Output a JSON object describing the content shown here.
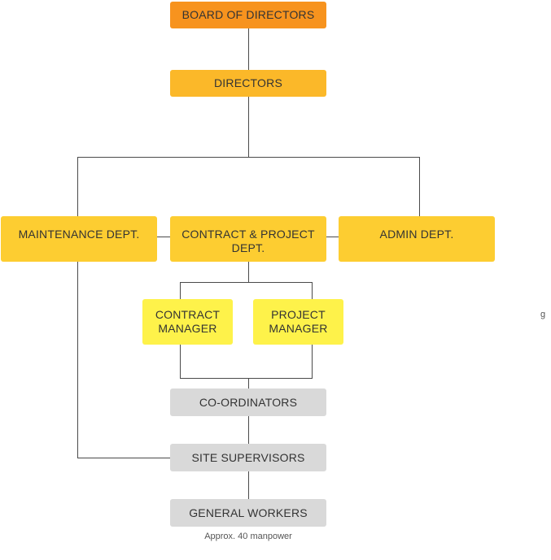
{
  "org_chart": {
    "board": "BOARD OF DIRECTORS",
    "directors": "DIRECTORS",
    "maintenance": "MAINTENANCE DEPT.",
    "contract_project": "CONTRACT & PROJECT DEPT.",
    "admin": "ADMIN DEPT.",
    "contract_manager": "CONTRACT MANAGER",
    "project_manager": "PROJECT MANAGER",
    "coordinators": "CO-ORDINATORS",
    "site_supervisors": "SITE SUPERVISORS",
    "general_workers": "GENERAL WORKERS",
    "workers_note": "Approx. 40 manpower",
    "stray_glyph": "g"
  },
  "colors": {
    "board": "#f7931e",
    "directors": "#fbb829",
    "departments": "#fdcd31",
    "managers": "#fef24a",
    "staff": "#d9d9d9",
    "connector": "#4a4a4a"
  }
}
